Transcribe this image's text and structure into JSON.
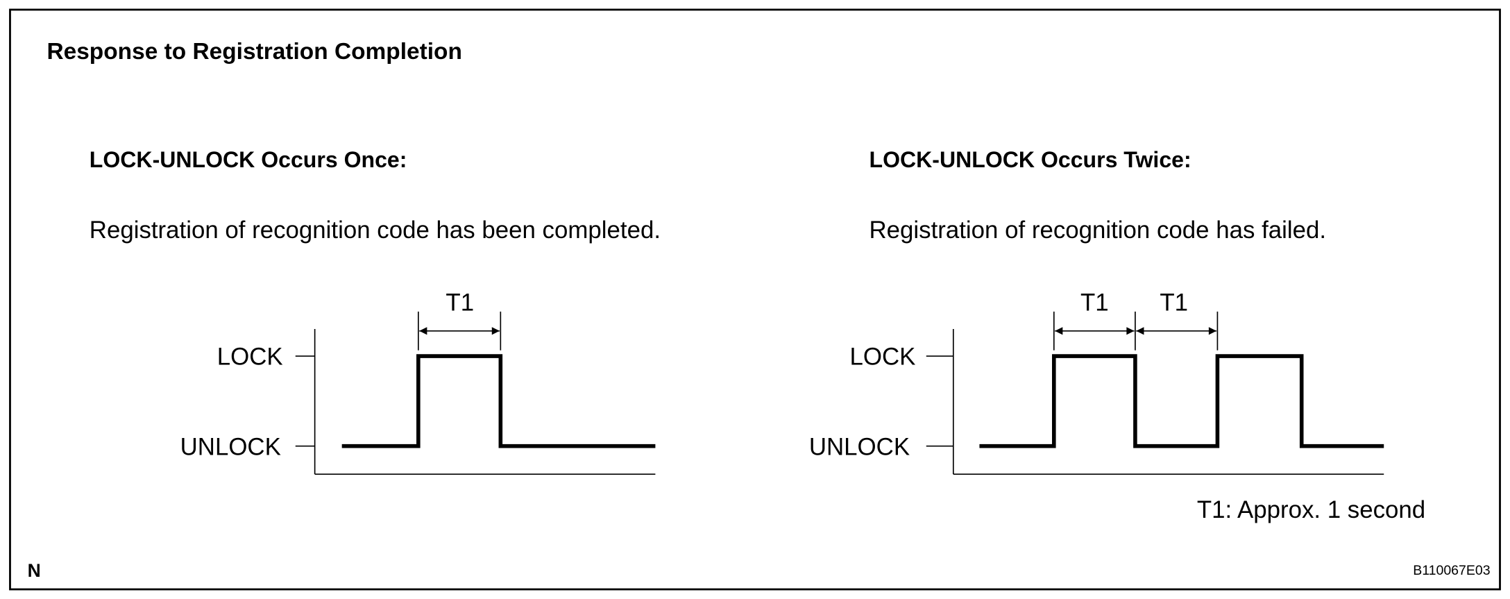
{
  "title": "Response to Registration Completion",
  "left": {
    "heading": "LOCK-UNLOCK Occurs Once:",
    "description": "Registration of recognition code has been completed.",
    "levels": [
      "LOCK",
      "UNLOCK"
    ],
    "interval_label": "T1",
    "waveform": [
      "UNLOCK",
      "LOCK",
      "UNLOCK"
    ]
  },
  "right": {
    "heading": "LOCK-UNLOCK Occurs Twice:",
    "description": "Registration of recognition code has failed.",
    "levels": [
      "LOCK",
      "UNLOCK"
    ],
    "interval_labels": [
      "T1",
      "T1"
    ],
    "waveform": [
      "UNLOCK",
      "LOCK",
      "UNLOCK",
      "LOCK",
      "UNLOCK"
    ],
    "note": "T1: Approx. 1 second"
  },
  "corner_mark": "N",
  "figure_id": "B110067E03"
}
